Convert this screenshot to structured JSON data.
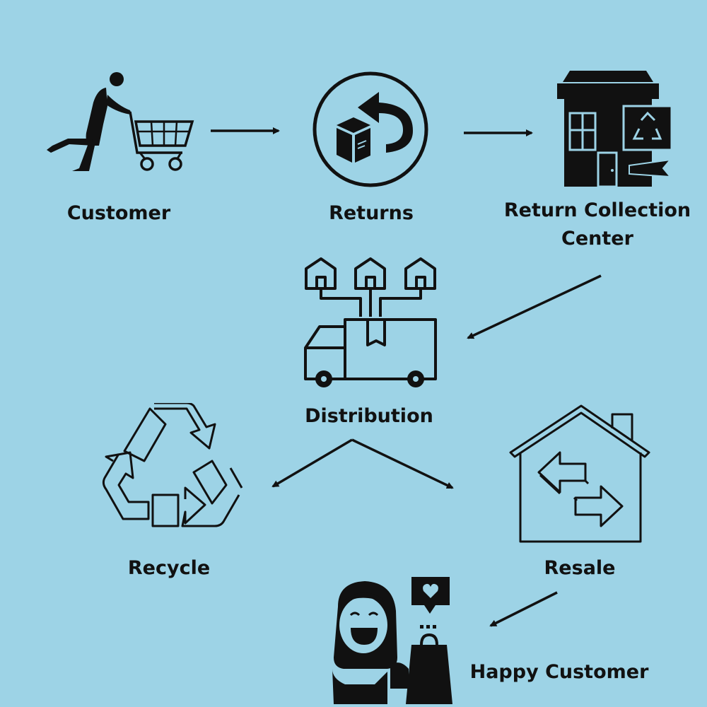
{
  "diagram": {
    "background": "#9dd3e6",
    "ink": "#111111",
    "nodes": {
      "customer": {
        "label": "Customer",
        "icon": "shopper-with-cart-icon"
      },
      "returns": {
        "label": "Returns",
        "icon": "box-return-arrow-icon"
      },
      "collection_center": {
        "label_line1": "Return Collection",
        "label_line2": "Center",
        "icon": "recycling-center-building-icon"
      },
      "distribution": {
        "label": "Distribution",
        "icon": "delivery-truck-distribution-icon"
      },
      "recycle": {
        "label": "Recycle",
        "icon": "recycle-icon"
      },
      "resale": {
        "label": "Resale",
        "icon": "house-exchange-arrows-icon"
      },
      "happy_customer": {
        "label": "Happy Customer",
        "icon": "happy-woman-shopping-bag-icon"
      }
    }
  }
}
